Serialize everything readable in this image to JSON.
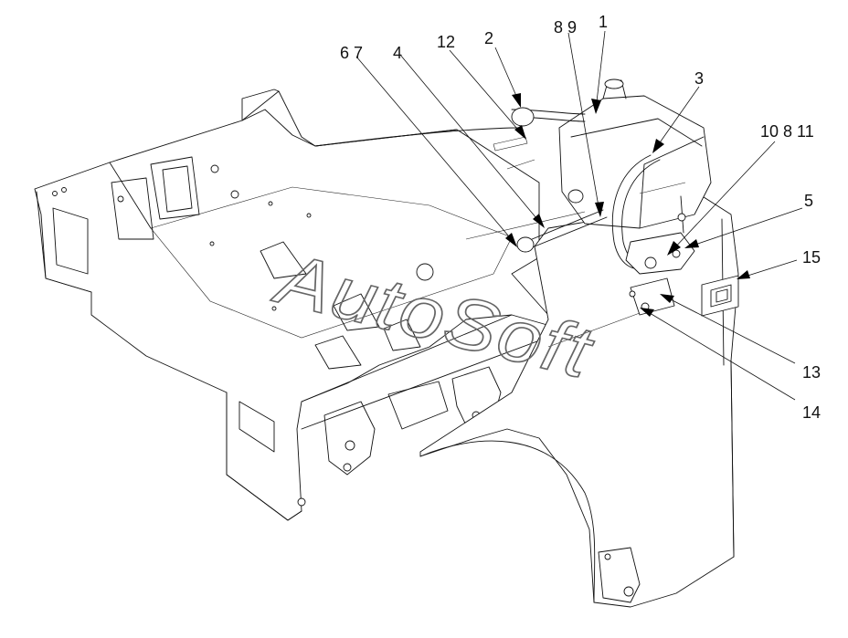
{
  "callouts": {
    "c1": "1",
    "c2": "2",
    "c3": "3",
    "c4": "4",
    "c5": "5",
    "c67": "6 7",
    "c89": "8 9",
    "c10811": "10 8 11",
    "c12": "12",
    "c13": "13",
    "c14": "14",
    "c15": "15"
  },
  "watermark": "AutoSoft"
}
